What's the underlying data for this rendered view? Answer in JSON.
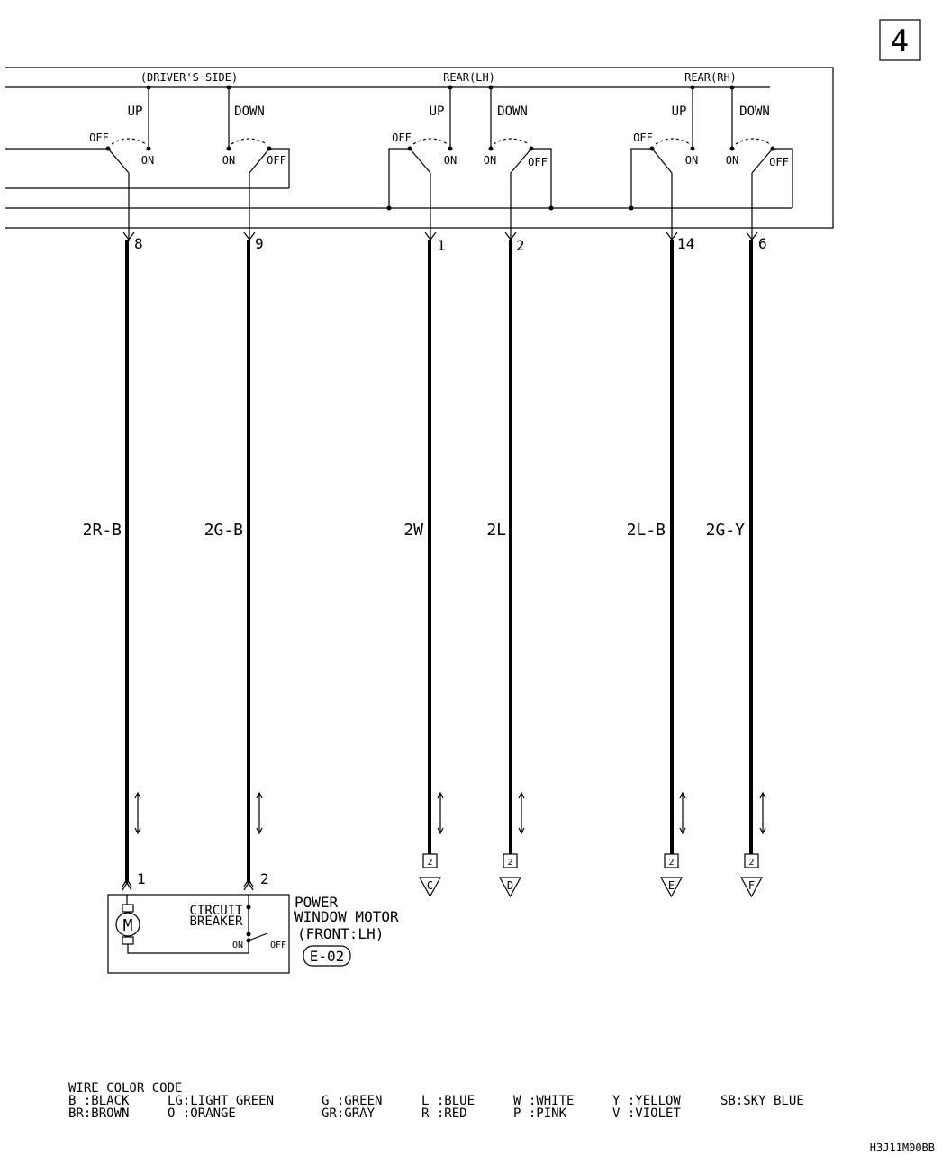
{
  "page_number": "4",
  "switch_panel": {
    "groups": [
      {
        "title": "(DRIVER'S SIDE)",
        "up": "UP",
        "down": "DOWN"
      },
      {
        "title": "REAR(LH)",
        "up": "UP",
        "down": "DOWN"
      },
      {
        "title": "REAR(RH)",
        "up": "UP",
        "down": "DOWN"
      }
    ],
    "on_label": "ON",
    "off_label": "OFF"
  },
  "wires": [
    {
      "terminal": "8",
      "color_code": "2R-B",
      "end_terminal": "1"
    },
    {
      "terminal": "9",
      "color_code": "2G-B",
      "end_terminal": "2"
    },
    {
      "terminal": "1",
      "color_code": "2W",
      "connector": "2",
      "ref": "C"
    },
    {
      "terminal": "2",
      "color_code": "2L",
      "connector": "2",
      "ref": "D"
    },
    {
      "terminal": "14",
      "color_code": "2L-B",
      "connector": "2",
      "ref": "E"
    },
    {
      "terminal": "6",
      "color_code": "2G-Y",
      "connector": "2",
      "ref": "F"
    }
  ],
  "motor": {
    "symbol": "M",
    "breaker_line1": "CIRCUIT",
    "breaker_line2": "BREAKER",
    "on_label": "ON",
    "off_label": "OFF",
    "title_line1": "POWER",
    "title_line2": "WINDOW MOTOR",
    "title_line3": "(FRONT:LH)",
    "connector_id": "E-02"
  },
  "legend": {
    "title": "WIRE COLOR CODE",
    "row1": [
      "B :BLACK",
      "LG:LIGHT GREEN",
      "G :GREEN",
      "L :BLUE",
      "W :WHITE",
      "Y :YELLOW",
      "SB:SKY BLUE"
    ],
    "row2": [
      "BR:BROWN",
      "O :ORANGE",
      "GR:GRAY",
      "R :RED",
      "P :PINK",
      "V :VIOLET"
    ]
  },
  "diagram_code": "H3J11M00BB"
}
